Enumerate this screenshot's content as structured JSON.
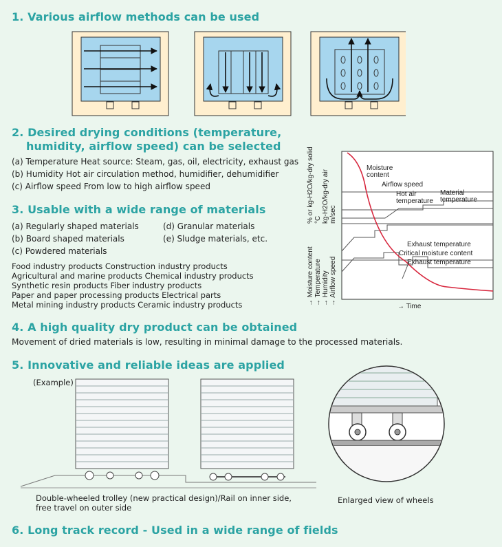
{
  "sections": {
    "s1": {
      "title": "1. Various airflow methods can be used"
    },
    "s2": {
      "title_line1": "2. Desired drying conditions (temperature,",
      "title_line2": "humidity, airflow speed) can be selected",
      "items": [
        "(a) Temperature   Heat source: Steam, gas, oil, electricity, exhaust gas",
        "(b) Humidity   Hot air circulation method, humidifier, dehumidifier",
        "(c) Airflow speed   From low to high airflow speed"
      ]
    },
    "s3": {
      "title": "3. Usable with a wide range of materials",
      "materials_left": [
        "(a) Regularly shaped materials",
        "(b) Board shaped materials",
        "(c) Powdered materials"
      ],
      "materials_right": [
        "(d) Granular materials",
        "(e) Sludge materials, etc."
      ],
      "industries": [
        "Food industry products    Construction industry products",
        "Agricultural and marine products    Chemical industry products",
        "Synthetic resin products Fiber industry products",
        "Paper and paper processing products    Electrical parts",
        "Metal mining industry products    Ceramic industry products"
      ]
    },
    "s4": {
      "title": "4. A high quality dry product can be obtained",
      "text": "Movement of dried materials is low, resulting in minimal damage to the processed materials."
    },
    "s5": {
      "title": "5. Innovative and reliable ideas are applied",
      "example": "(Example)",
      "caption_line1": "Double-wheeled trolley (new practical design)/Rail on inner side,",
      "caption_line2": "free travel on outer side",
      "enlarged": "Enlarged view of wheels"
    },
    "s6": {
      "title": "6. Long track record - Used in a wide range of fields"
    }
  },
  "chart": {
    "ylabels": [
      "% or kg-H2O/kg-dry solid",
      "°C",
      "kg-H2O/kg-dry air",
      "m/sec"
    ],
    "yaxis_bottom": [
      "→ Moisture content",
      "→ Temperature",
      "→ Humidity",
      "→ Airflow speed"
    ],
    "xlabel": "→ Time",
    "annotations": {
      "moisture": [
        "Moisture",
        "content"
      ],
      "airflow": "Airflow speed",
      "hotair": [
        "Hot air",
        "temperature"
      ],
      "material": [
        "Material",
        "temperature"
      ],
      "exhaust1": "Exhaust temperature",
      "critical": "Critical moisture content",
      "exhaust2": "Exhaust temperature"
    },
    "colors": {
      "moisture_curve": "#d7263d",
      "lines": "#555555"
    }
  },
  "colors": {
    "heading": "#2ba3a3",
    "background": "#ebf6ee",
    "chamber": "#a7d6ee",
    "frame": "#ffefcf"
  }
}
